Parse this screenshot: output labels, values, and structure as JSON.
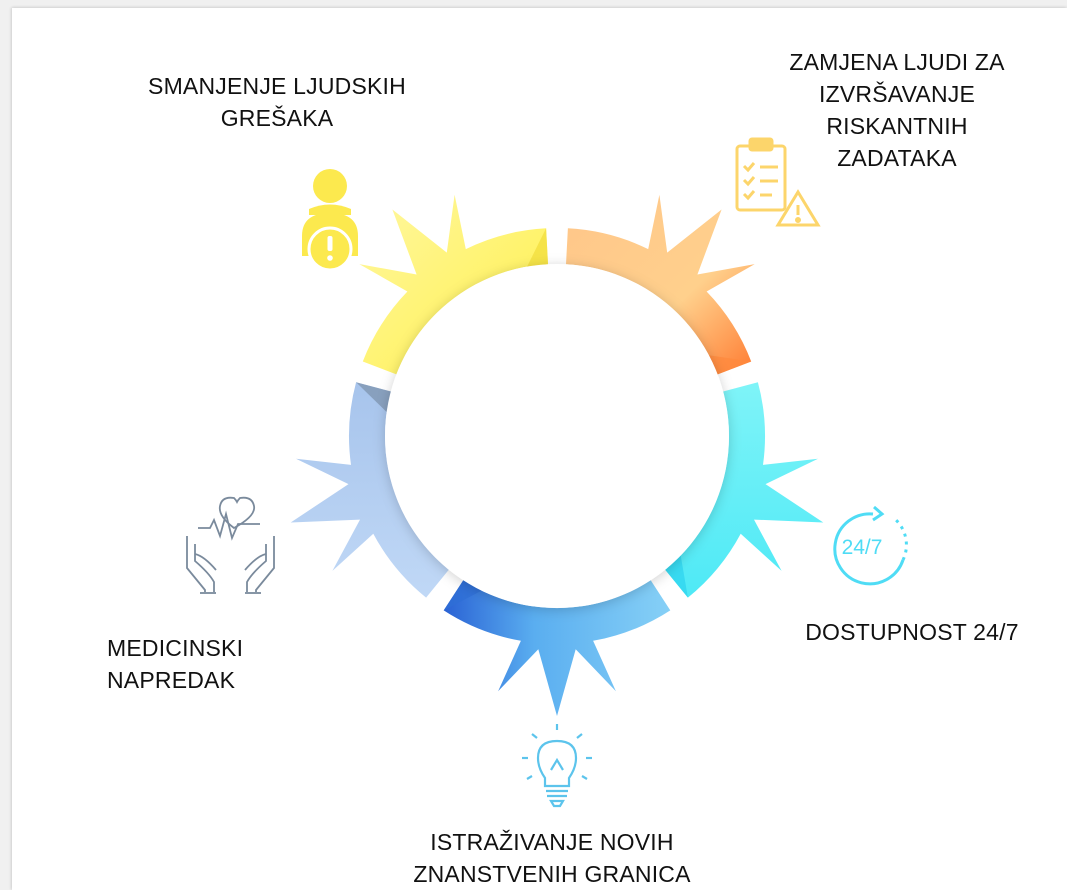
{
  "segments": [
    {
      "id": "segment-smanjenje",
      "color": "#fff45c",
      "shade": "#f2de3d",
      "labels": [
        "SMANJENJE LJUDSKIH",
        "GREŠAKA"
      ],
      "icon": "person-alert-icon",
      "icon_color": "#fce94e"
    },
    {
      "id": "segment-zamjena",
      "color": "#ffd38a",
      "shade": "#ff8a3d",
      "labels": [
        "ZAMJENA LJUDI ZA",
        "IZVRŠAVANJE",
        "RISKANTNIH",
        "ZADATAKA"
      ],
      "icon": "clipboard-warning-icon",
      "icon_color": "#fcd56b"
    },
    {
      "id": "segment-dostupnost",
      "color": "#5eeef5",
      "shade": "#2fd4ef",
      "labels": [
        "DOSTUPNOST 24/7"
      ],
      "icon": "clock-24-7-icon",
      "icon_color": "#4fdcf5",
      "icon_text": "24/7"
    },
    {
      "id": "segment-istrazivanje",
      "color": "#74c6f5",
      "shade": "#2f6fd6",
      "labels": [
        "ISTRAŽIVANJE NOVIH",
        "ZNANSTVENIH GRANICA"
      ],
      "icon": "lightbulb-icon",
      "icon_color": "#5cc4ec"
    },
    {
      "id": "segment-medicinski",
      "color": "#b4d0f5",
      "shade": "#7e93ad",
      "labels": [
        "MEDICINSKI",
        "NAPREDAK"
      ],
      "icon": "heart-hands-icon",
      "icon_color": "#7a8a9c"
    }
  ]
}
